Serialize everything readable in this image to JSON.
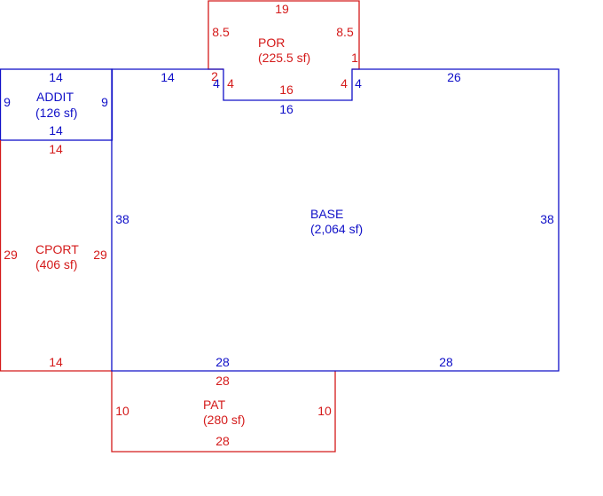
{
  "colors": {
    "base": "#1010c8",
    "accessory": "#d41a1a",
    "background": "#ffffff"
  },
  "areas": {
    "por": {
      "name": "POR",
      "area": "(225.5 sf)",
      "dims": {
        "top": "19",
        "left": "8.5",
        "right": "8.5",
        "bottom": "16",
        "base_bottom": "16",
        "left_jog": "2",
        "right_jog": "1",
        "left_step": "4",
        "right_step": "4",
        "base_left_step": "4",
        "base_right_step": "4"
      }
    },
    "addit": {
      "name": "ADDIT",
      "area": "(126 sf)",
      "dims": {
        "top": "14",
        "bottom": "14",
        "left": "9",
        "right": "9"
      }
    },
    "base": {
      "name": "BASE",
      "area": "(2,064 sf)",
      "dims": {
        "top_left": "14",
        "top_right": "26",
        "left": "38",
        "right": "38",
        "bottom_left": "28",
        "bottom_right": "28"
      }
    },
    "cport": {
      "name": "CPORT",
      "area": "(406 sf)",
      "dims": {
        "top": "14",
        "bottom": "14",
        "left": "29",
        "right": "29"
      }
    },
    "pat": {
      "name": "PAT",
      "area": "(280 sf)",
      "dims": {
        "top": "28",
        "bottom": "28",
        "left": "10",
        "right": "10"
      }
    }
  }
}
